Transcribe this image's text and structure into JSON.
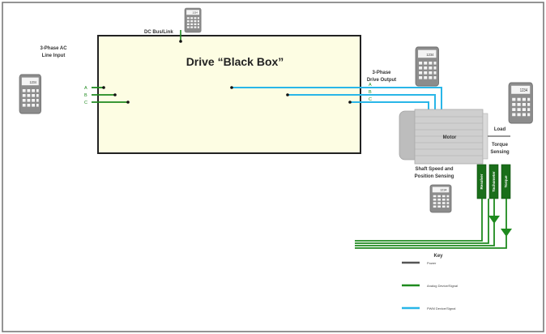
{
  "diagram": {
    "drive_title": "Drive “Black Box”",
    "dc_bus_label": "DC Bus/Link",
    "ac_input_label_line1": "3-Phase AC",
    "ac_input_label_line2": "Line Input",
    "input_phases": [
      "A",
      "B",
      "C"
    ],
    "drive_output_label_line1": "3-Phase",
    "drive_output_label_line2": "Drive Output",
    "output_phases": [
      "A",
      "B",
      "C"
    ],
    "motor_label": "Motor",
    "load_label": "Load",
    "torque_sensing_line1": "Torque",
    "torque_sensing_line2": "Sensing",
    "shaft_sensing_line1": "Shaft Speed and",
    "shaft_sensing_line2": "Position Sensing",
    "sensors": [
      "Resolver",
      "Tachometer",
      "Torque"
    ],
    "meter_display": "1234"
  },
  "key": {
    "title": "Key",
    "items": [
      {
        "label": "Power",
        "color": "#555555"
      },
      {
        "label": "Analog Device/Signal",
        "color": "#1e8a1e"
      },
      {
        "label": "PWM Device/Signal",
        "color": "#29b6e8"
      }
    ]
  },
  "colors": {
    "drive_fill": "#fdfde3",
    "power": "#555555",
    "analog": "#1e8a1e",
    "pwm": "#29b6e8",
    "sensor_box": "#1a6e1a",
    "meter_body": "#8c8c8c"
  }
}
